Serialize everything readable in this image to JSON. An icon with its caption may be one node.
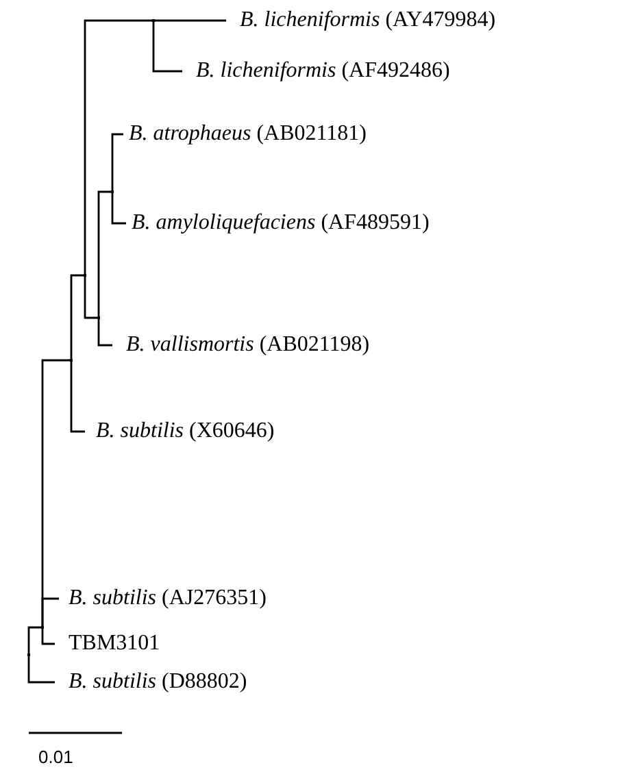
{
  "diagram": {
    "nodes": [
      {
        "text": [],
        "shape": "point"
      },
      {
        "text": [],
        "shape": "point"
      },
      {
        "text": [],
        "shape": "point"
      },
      {
        "text": [],
        "shape": "point"
      },
      {
        "text": [],
        "shape": "point"
      },
      {
        "text": [
          "*B. licheniformis* (AY479984)"
        ]
      },
      {
        "text": [
          "*B. licheniformis* (AF492486)"
        ]
      },
      {
        "text": [],
        "shape": "point"
      },
      {
        "text": [],
        "shape": "point"
      },
      {
        "text": [
          "*B. atrophaeus* (AB021181)"
        ]
      },
      {
        "text": [
          "*B. amyloliquefaciens* (AF489591)"
        ]
      },
      {
        "text": [
          "*B. vallismortis* (AB021198)"
        ]
      },
      {
        "text": [
          "*B. subtilis* (X60646)"
        ]
      },
      {
        "text": [
          "*B. subtilis* (AJ276351)"
        ]
      },
      {
        "text": [
          "TBM3101"
        ]
      },
      {
        "text": [
          "*B. subtilis* (D88802)"
        ]
      }
    ],
    "edges": [
      {
        "from": 0,
        "to": 1,
        "arrow": "none"
      },
      {
        "from": 1,
        "to": 2,
        "arrow": "none"
      },
      {
        "from": 2,
        "to": 3,
        "arrow": "none"
      },
      {
        "from": 3,
        "to": 4,
        "arrow": "none"
      },
      {
        "from": 4,
        "to": 5,
        "arrow": "none"
      },
      {
        "from": 4,
        "to": 6,
        "arrow": "none"
      },
      {
        "from": 3,
        "to": 7,
        "arrow": "none"
      },
      {
        "from": 7,
        "to": 8,
        "arrow": "none"
      },
      {
        "from": 8,
        "to": 9,
        "arrow": "none"
      },
      {
        "from": 8,
        "to": 10,
        "arrow": "none"
      },
      {
        "from": 7,
        "to": 11,
        "arrow": "none"
      },
      {
        "from": 2,
        "to": 12,
        "arrow": "none"
      },
      {
        "from": 1,
        "to": 13,
        "arrow": "none"
      },
      {
        "from": 1,
        "to": 14,
        "arrow": "none"
      },
      {
        "from": 0,
        "to": 15,
        "arrow": "none"
      }
    ],
    "labels": [
      "0.01"
    ]
  }
}
